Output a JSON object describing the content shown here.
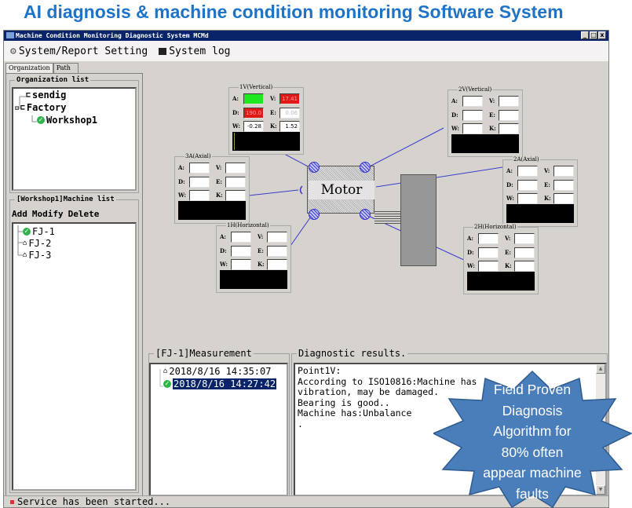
{
  "banner": "AI diagnosis & machine condition monitoring Software System",
  "window": {
    "title": "Machine Condition Monitoring Diagnostic System MCMd",
    "controls": {
      "minimize": "_",
      "maximize": "□",
      "close": "x"
    }
  },
  "menu": {
    "items": [
      {
        "icon": "gear-icon",
        "label": "System/Report Setting"
      },
      {
        "icon": "log-icon",
        "label": "System log"
      }
    ]
  },
  "left_tabs": [
    {
      "label": "Organization",
      "active": true
    },
    {
      "label": "Path",
      "active": false
    }
  ],
  "organization": {
    "title": "Organization list",
    "items": [
      {
        "label": "sendig",
        "icon": "folder-icon",
        "level": 0
      },
      {
        "label": "Factory",
        "icon": "folder-icon",
        "level": 0,
        "expanded": true
      },
      {
        "label": "Workshop1",
        "icon": "check-icon",
        "level": 1
      }
    ]
  },
  "machine_list": {
    "title": "[Workshop1]Machine list",
    "actions": [
      "Add",
      "Modify",
      "Delete"
    ],
    "items": [
      {
        "label": "FJ-1",
        "icon": "check-icon"
      },
      {
        "label": "FJ-2",
        "icon": "machine-icon"
      },
      {
        "label": "FJ-3",
        "icon": "machine-icon"
      }
    ]
  },
  "diagram": {
    "motor_label": "Motor",
    "sensors": [
      {
        "id": "1V",
        "title": "1V(Vertical)",
        "A": "",
        "V": "17.41",
        "D": "190.0",
        "E": "0.06",
        "W": "-0.28",
        "K": "1.52",
        "A_status": "alarm-green",
        "V_status": "alarm-red",
        "D_status": "alarm-red"
      },
      {
        "id": "2V",
        "title": "2V(Vertical)",
        "A": "",
        "V": "",
        "D": "",
        "E": "",
        "W": "",
        "K": ""
      },
      {
        "id": "3A",
        "title": "3A(Axial)",
        "A": "",
        "V": "",
        "D": "",
        "E": "",
        "W": "",
        "K": ""
      },
      {
        "id": "2A",
        "title": "2A(Axial)",
        "A": "",
        "V": "",
        "D": "",
        "E": "",
        "W": "",
        "K": ""
      },
      {
        "id": "1H",
        "title": "1H(Horizontal)",
        "A": "",
        "V": "",
        "D": "",
        "E": "",
        "W": "",
        "K": ""
      },
      {
        "id": "2H",
        "title": "2H(Horizontal)",
        "A": "",
        "V": "",
        "D": "",
        "E": "",
        "W": "",
        "K": ""
      }
    ],
    "field_labels": {
      "A": "A:",
      "V": "V:",
      "D": "D:",
      "E": "E:",
      "W": "W:",
      "K": "K:"
    }
  },
  "measurement": {
    "title": "[FJ-1]Measurement",
    "items": [
      {
        "label": "2018/8/16 14:35:07",
        "icon": "machine-icon",
        "selected": false
      },
      {
        "label": "2018/8/16 14:27:42",
        "icon": "check-icon",
        "selected": true
      }
    ]
  },
  "diagnostic": {
    "title": "Diagnostic results.",
    "lines": [
      "Point1V:",
      "According to ISO10816:Machine has",
      "vibration, may be damaged.",
      "Bearing is good..",
      "Machine has:Unbalance",
      "."
    ]
  },
  "callout": {
    "lines": [
      "Field Proven",
      "Diagnosis",
      "Algorithm for",
      "80% often",
      "appear machine",
      "faults"
    ],
    "color": "#4a7ebb"
  },
  "status": {
    "text": "Service has been started..."
  },
  "colors": {
    "titlebar": "#0a246a",
    "banner": "#1f73c6",
    "alarm_red": "#e01818",
    "alarm_green": "#1ee81e",
    "link_line": "#3a3ad0"
  }
}
